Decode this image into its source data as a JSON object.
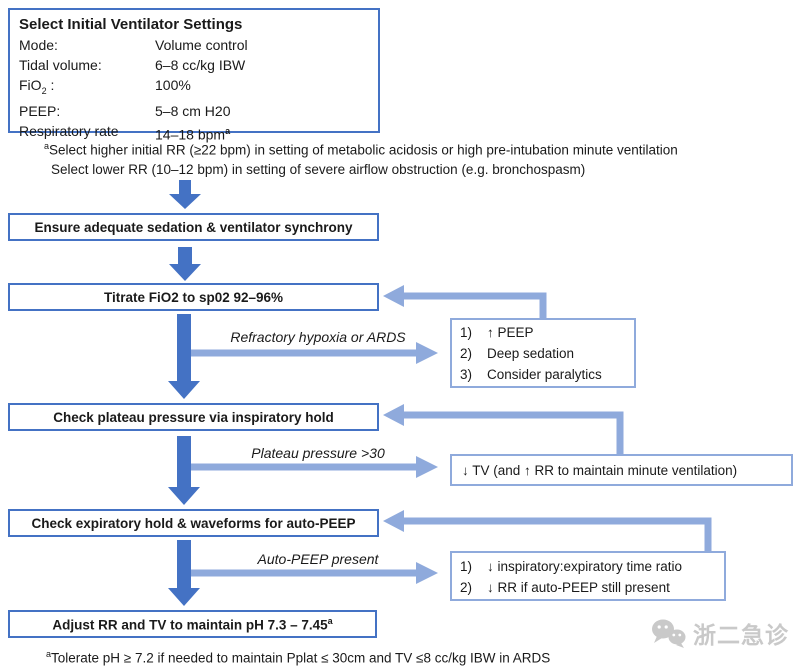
{
  "colors": {
    "arrow_dark": "#4472c4",
    "arrow_light": "#8faadc",
    "box_border": "#4472c4",
    "side_border": "#8faadc",
    "text": "#1a1a1a",
    "watermark": "#c9c9c9"
  },
  "settings_box": {
    "title": "Select Initial Ventilator Settings",
    "rows": [
      {
        "label": "Mode:",
        "value": "Volume control"
      },
      {
        "label": "Tidal volume:",
        "value": "6–8 cc/kg IBW"
      },
      {
        "label": "FiO",
        "label_sub": "2",
        "label_suffix": " :",
        "value": "100%"
      },
      {
        "label": "PEEP:",
        "value": "5–8 cm H20"
      },
      {
        "label": "Respiratory rate",
        "value": "14–18 bpm",
        "value_sup": "a"
      }
    ]
  },
  "footnotes": {
    "top": {
      "sup": "a",
      "line1": "Select higher initial RR (≥22 bpm) in setting of metabolic acidosis or high pre-intubation minute ventilation",
      "line2": "Select lower RR (10–12 bpm) in setting of severe airflow obstruction (e.g. bronchospasm)"
    },
    "bottom": {
      "sup": "a",
      "text": "Tolerate pH ≥ 7.2 if needed to maintain Pplat ≤ 30cm and TV ≤8 cc/kg IBW in ARDS"
    }
  },
  "steps": [
    {
      "label": "Ensure adequate sedation & ventilator synchrony"
    },
    {
      "label": "Titrate FiO2 to sp02 92–96%"
    },
    {
      "label": "Check plateau pressure via inspiratory hold"
    },
    {
      "label": "Check expiratory hold & waveforms for auto-PEEP"
    },
    {
      "label": "Adjust RR and TV to maintain pH 7.3 – 7.45",
      "label_sup": "a"
    }
  ],
  "branches": [
    {
      "condition": "Refractory hypoxia or ARDS",
      "items": [
        {
          "num": "1)",
          "text": "↑ PEEP"
        },
        {
          "num": "2)",
          "text": "Deep sedation"
        },
        {
          "num": "3)",
          "text": "Consider paralytics"
        }
      ]
    },
    {
      "condition": "Plateau pressure >30",
      "items": [
        {
          "num": "",
          "text": "↓ TV  (and ↑ RR to maintain minute ventilation)"
        }
      ]
    },
    {
      "condition": "Auto-PEEP present",
      "items": [
        {
          "num": "1)",
          "text": "↓ inspiratory:expiratory time ratio"
        },
        {
          "num": "2)",
          "text": "↓ RR if auto-PEEP still present"
        }
      ]
    }
  ],
  "watermark": {
    "icon": "wechat-icon",
    "text": "浙二急诊"
  }
}
